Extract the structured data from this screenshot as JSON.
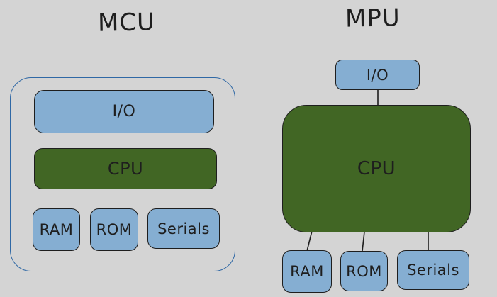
{
  "mcu": {
    "title": "MCU",
    "io_label": "I/O",
    "cpu_label": "CPU",
    "ram_label": "RAM",
    "rom_label": "ROM",
    "serials_label": "Serials"
  },
  "mpu": {
    "title": "MPU",
    "io_label": "I/O",
    "cpu_label": "CPU",
    "ram_label": "RAM",
    "rom_label": "ROM",
    "serials_label": "Serials"
  },
  "colors": {
    "background": "#d4d4d4",
    "blue_fill": "#85aed2",
    "green_fill": "#416624",
    "stroke": "#1e1e1e",
    "container_stroke": "#2f68a5"
  }
}
